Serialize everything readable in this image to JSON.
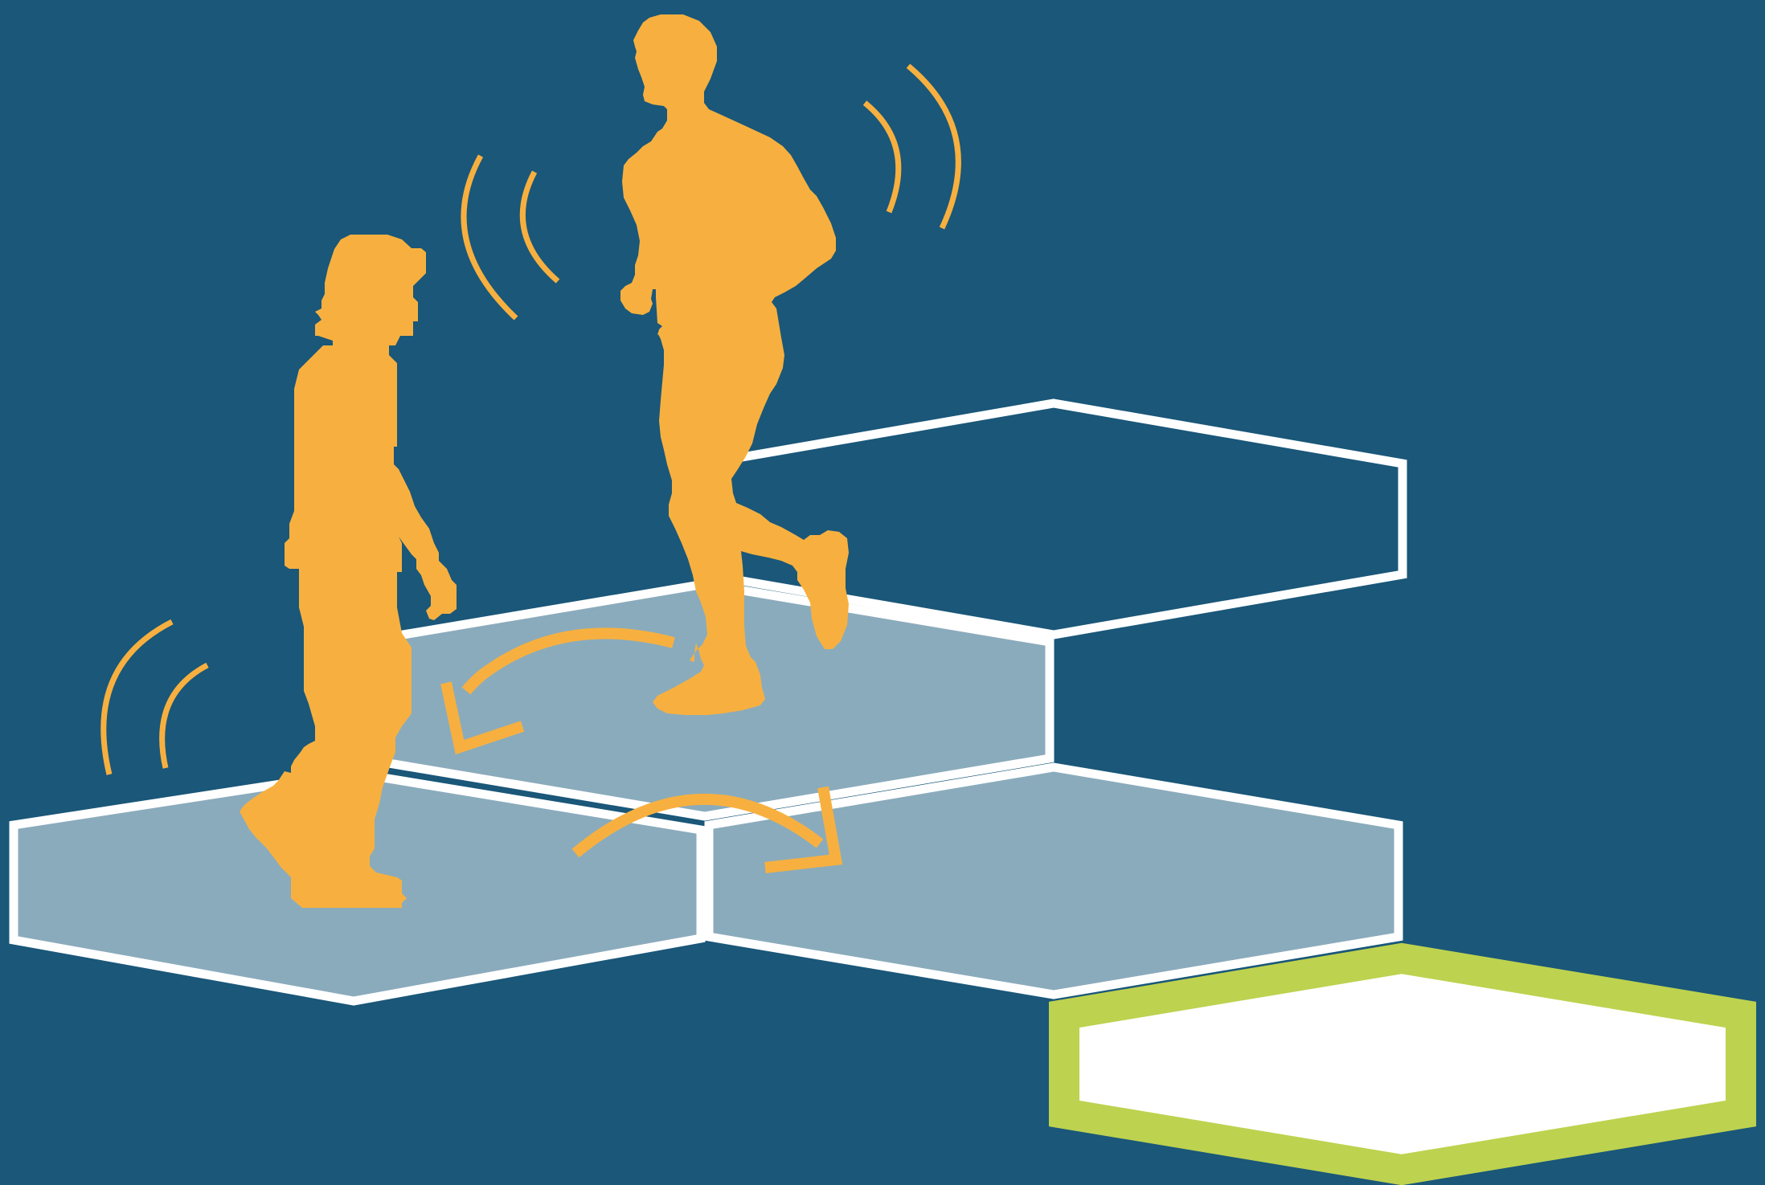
{
  "colors": {
    "background": "#1a5779",
    "tile_fill": "#8aabbc",
    "tile_outline": "#ffffff",
    "figure": "#f7b03f",
    "target_border": "#bdd24f",
    "target_fill": "#ffffff"
  },
  "figures": [
    {
      "name": "walking-person",
      "motion": "walking"
    },
    {
      "name": "running-person",
      "motion": "running"
    }
  ],
  "icons": [
    "motion-arcs-icon",
    "curved-arrow-icon",
    "hexagon-tile"
  ]
}
